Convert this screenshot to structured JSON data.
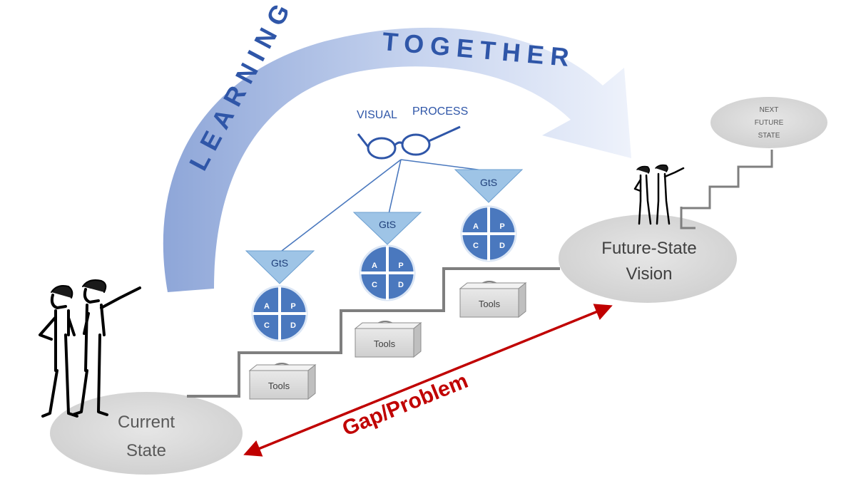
{
  "arc_words": [
    "LEARNING",
    "TOGETHER"
  ],
  "visual_process": {
    "label_left": "VISUAL",
    "label_right": "PROCESS"
  },
  "next_state_lines": [
    "NEXT",
    "FUTURE",
    "STATE"
  ],
  "current_state_lines": [
    "Current",
    "State"
  ],
  "future_state_lines": [
    "Future-State",
    "Vision"
  ],
  "gap_label": "Gap/Problem",
  "steps": [
    {
      "gts": "GtS",
      "quadrants": [
        "A",
        "P",
        "C",
        "D"
      ],
      "tools": "Tools"
    },
    {
      "gts": "GtS",
      "quadrants": [
        "A",
        "P",
        "C",
        "D"
      ],
      "tools": "Tools"
    },
    {
      "gts": "GtS",
      "quadrants": [
        "A",
        "P",
        "C",
        "D"
      ],
      "tools": "Tools"
    }
  ],
  "colors": {
    "arc_dark": "#8ea6d8",
    "arc_light": "#eef2fb",
    "arc_text": "#2f56a8",
    "gts_fill": "#9ec4e6",
    "pdca_fill": "#4a78be",
    "ellipse": "#d9d9d9",
    "gap_red": "#c00000",
    "staircase": "#7f7f7f"
  }
}
